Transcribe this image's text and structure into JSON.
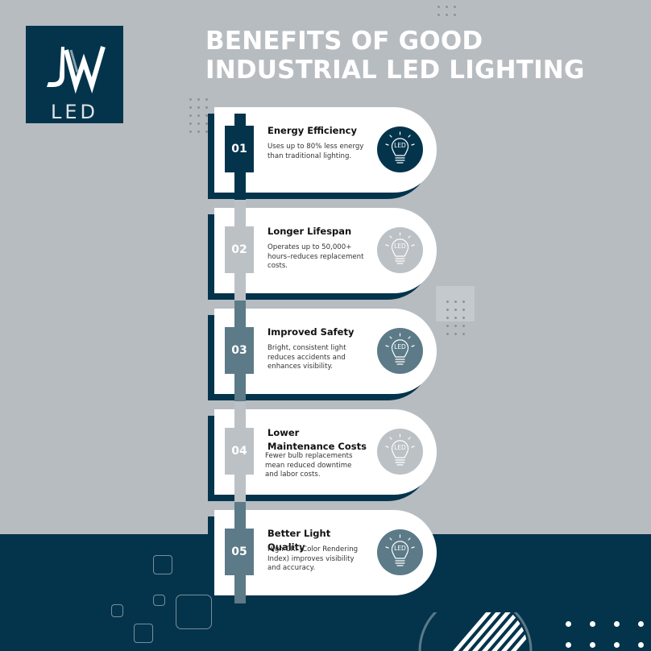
{
  "logo": {
    "mark": "JW",
    "sub": "LED"
  },
  "title": {
    "line1": "BENEFITS OF GOOD",
    "line2": "INDUSTRIAL LED LIGHTING"
  },
  "colors": {
    "navy": "#04344c",
    "light": "#b7bcc1",
    "steel": "#5c7a87",
    "pale": "#bcc1c5"
  },
  "items": [
    {
      "num": "01",
      "title": "Energy Efficiency",
      "desc": "Uses up to 80% less energy than traditional lighting.",
      "icon": "led-bulb-icon",
      "bulb_label": "LED"
    },
    {
      "num": "02",
      "title": "Longer Lifespan",
      "desc": "Operates up to 50,000+ hours–reduces replacement costs.",
      "icon": "led-bulb-icon",
      "bulb_label": "LED"
    },
    {
      "num": "03",
      "title": "Improved Safety",
      "desc": "Bright, consistent light reduces accidents and enhances visibility.",
      "icon": "led-bulb-icon",
      "bulb_label": "LED"
    },
    {
      "num": "04",
      "title": "Lower Maintenance Costs",
      "desc": "Fewer bulb replacements mean reduced downtime and labor costs.",
      "icon": "led-bulb-icon",
      "bulb_label": "LED"
    },
    {
      "num": "05",
      "title": "Better Light Quality",
      "desc": "High CRI (Color Rendering Index) improves visibility and accuracy.",
      "icon": "led-bulb-icon",
      "bulb_label": "LED"
    }
  ]
}
